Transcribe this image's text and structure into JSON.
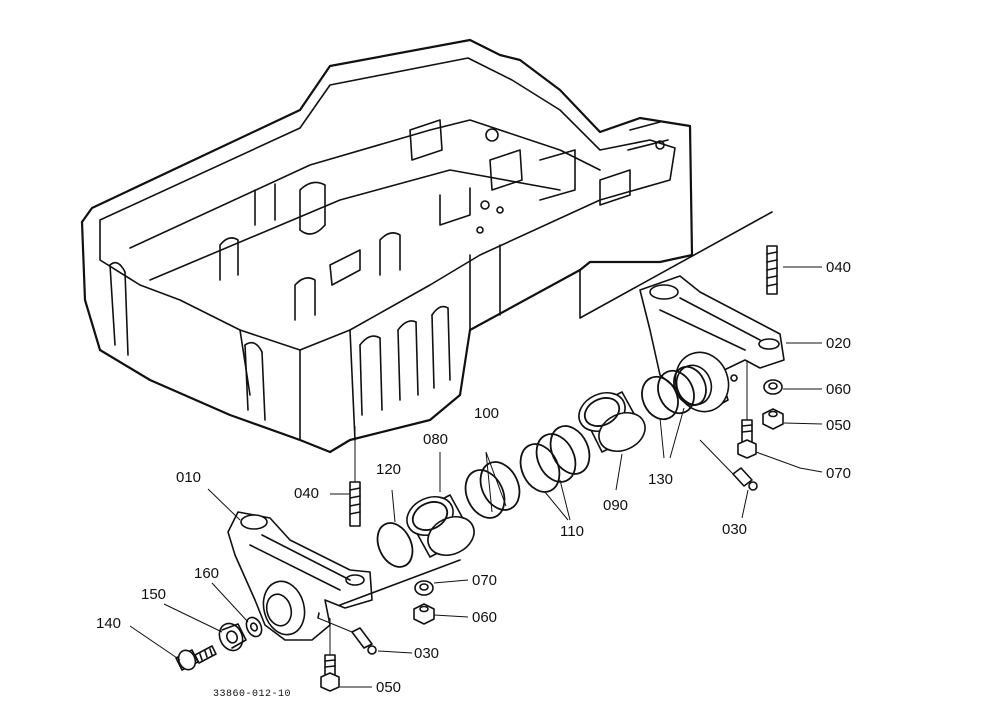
{
  "diagram": {
    "reference_code": "33860-012-10",
    "parts": [
      {
        "key": "p010",
        "number": "010"
      },
      {
        "key": "p020",
        "number": "020"
      },
      {
        "key": "p030a",
        "number": "030"
      },
      {
        "key": "p030b",
        "number": "030"
      },
      {
        "key": "p040a",
        "number": "040"
      },
      {
        "key": "p040b",
        "number": "040"
      },
      {
        "key": "p050a",
        "number": "050"
      },
      {
        "key": "p050b",
        "number": "050"
      },
      {
        "key": "p060a",
        "number": "060"
      },
      {
        "key": "p060b",
        "number": "060"
      },
      {
        "key": "p070a",
        "number": "070"
      },
      {
        "key": "p070b",
        "number": "070"
      },
      {
        "key": "p080",
        "number": "080"
      },
      {
        "key": "p090",
        "number": "090"
      },
      {
        "key": "p100",
        "number": "100"
      },
      {
        "key": "p110",
        "number": "110"
      },
      {
        "key": "p120",
        "number": "120"
      },
      {
        "key": "p130",
        "number": "130"
      },
      {
        "key": "p140",
        "number": "140"
      },
      {
        "key": "p150",
        "number": "150"
      },
      {
        "key": "p160",
        "number": "160"
      }
    ]
  }
}
